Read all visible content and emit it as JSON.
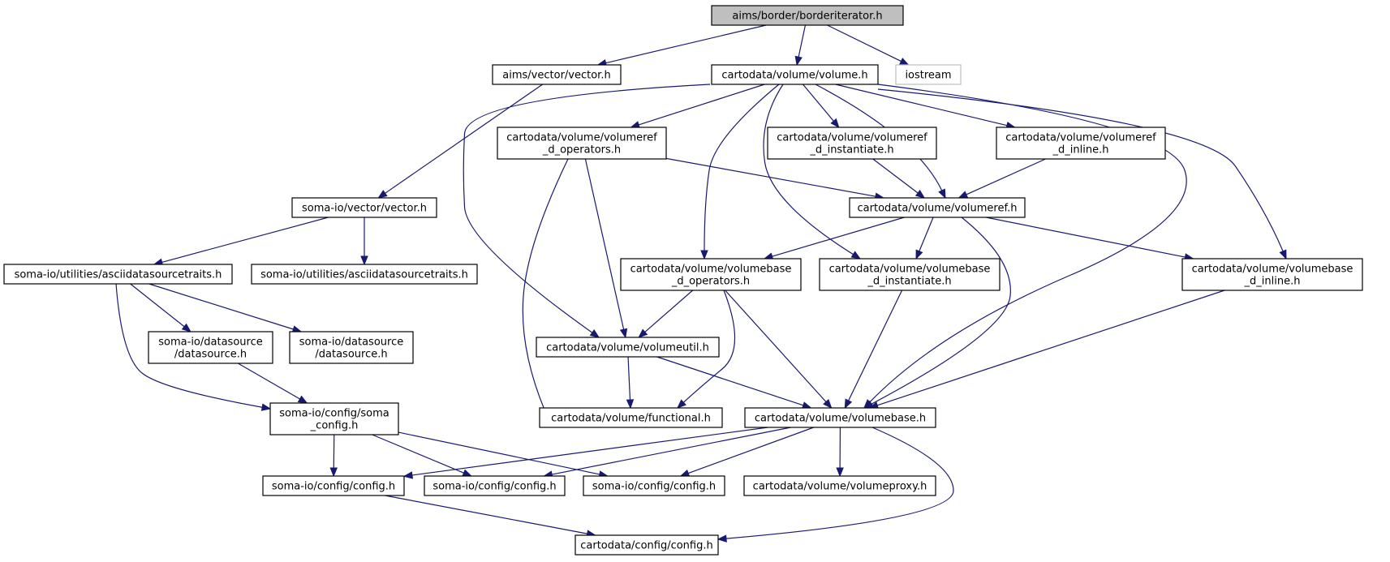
{
  "nodes": [
    {
      "id": "border_iterator",
      "lines": [
        "aims/border/borderiterator.h"
      ],
      "root": true
    },
    {
      "id": "aims_vector",
      "lines": [
        "aims/vector/vector.h"
      ]
    },
    {
      "id": "volume",
      "lines": [
        "cartodata/volume/volume.h"
      ]
    },
    {
      "id": "iostream",
      "lines": [
        "iostream"
      ],
      "external": true
    },
    {
      "id": "volumeref_ops",
      "lines": [
        "cartodata/volume/volumeref",
        "_d_operators.h"
      ]
    },
    {
      "id": "volumeref_inst",
      "lines": [
        "cartodata/volume/volumeref",
        "_d_instantiate.h"
      ]
    },
    {
      "id": "volumeref_inline",
      "lines": [
        "cartodata/volume/volumeref",
        "_d_inline.h"
      ]
    },
    {
      "id": "soma_vector",
      "lines": [
        "soma-io/vector/vector.h"
      ]
    },
    {
      "id": "volumeref",
      "lines": [
        "cartodata/volume/volumeref.h"
      ]
    },
    {
      "id": "ascii_a",
      "lines": [
        "soma-io/utilities/asciidatasourcetraits.h"
      ]
    },
    {
      "id": "ascii_b",
      "lines": [
        "soma-io/utilities/asciidatasourcetraits.h"
      ]
    },
    {
      "id": "volumebase_ops",
      "lines": [
        "cartodata/volume/volumebase",
        "_d_operators.h"
      ]
    },
    {
      "id": "volumebase_inst",
      "lines": [
        "cartodata/volume/volumebase",
        "_d_instantiate.h"
      ]
    },
    {
      "id": "volumebase_inline",
      "lines": [
        "cartodata/volume/volumebase",
        "_d_inline.h"
      ]
    },
    {
      "id": "ds_a",
      "lines": [
        "soma-io/datasource",
        "/datasource.h"
      ]
    },
    {
      "id": "ds_b",
      "lines": [
        "soma-io/datasource",
        "/datasource.h"
      ]
    },
    {
      "id": "volumeutil",
      "lines": [
        "cartodata/volume/volumeutil.h"
      ]
    },
    {
      "id": "soma_config",
      "lines": [
        "soma-io/config/soma",
        "_config.h"
      ]
    },
    {
      "id": "functional",
      "lines": [
        "cartodata/volume/functional.h"
      ]
    },
    {
      "id": "volumebase",
      "lines": [
        "cartodata/volume/volumebase.h"
      ]
    },
    {
      "id": "cfg_a",
      "lines": [
        "soma-io/config/config.h"
      ]
    },
    {
      "id": "cfg_b",
      "lines": [
        "soma-io/config/config.h"
      ]
    },
    {
      "id": "cfg_c",
      "lines": [
        "soma-io/config/config.h"
      ]
    },
    {
      "id": "volumeproxy",
      "lines": [
        "cartodata/volume/volumeproxy.h"
      ]
    },
    {
      "id": "carto_config",
      "lines": [
        "cartodata/config/config.h"
      ]
    }
  ],
  "edges": [
    [
      "border_iterator",
      "aims_vector"
    ],
    [
      "border_iterator",
      "volume"
    ],
    [
      "border_iterator",
      "iostream"
    ],
    [
      "aims_vector",
      "soma_vector"
    ],
    [
      "volume",
      "volumeref_ops"
    ],
    [
      "volume",
      "volumeref_inst"
    ],
    [
      "volume",
      "volumeref_inline"
    ],
    [
      "volume",
      "volumeref"
    ],
    [
      "volume",
      "volumebase_ops"
    ],
    [
      "volume",
      "volumebase_inst"
    ],
    [
      "volume",
      "volumebase_inline"
    ],
    [
      "volume",
      "volumeutil"
    ],
    [
      "volume",
      "volumebase"
    ],
    [
      "volumeref_ops",
      "volumeref"
    ],
    [
      "volumeref_ops",
      "volumeutil"
    ],
    [
      "volumeref_ops",
      "functional"
    ],
    [
      "volumeref_inst",
      "volumeref"
    ],
    [
      "volumeref_inline",
      "volumeref"
    ],
    [
      "volumeref",
      "volumebase_ops"
    ],
    [
      "volumeref",
      "volumebase_inst"
    ],
    [
      "volumeref",
      "volumebase_inline"
    ],
    [
      "volumeref",
      "volumebase"
    ],
    [
      "soma_vector",
      "ascii_a"
    ],
    [
      "soma_vector",
      "ascii_b"
    ],
    [
      "ascii_a",
      "ds_a"
    ],
    [
      "ascii_a",
      "ds_b"
    ],
    [
      "ascii_a",
      "soma_config"
    ],
    [
      "ds_a",
      "soma_config"
    ],
    [
      "volumebase_ops",
      "volumeutil"
    ],
    [
      "volumebase_ops",
      "functional"
    ],
    [
      "volumebase_ops",
      "volumebase"
    ],
    [
      "volumebase_inst",
      "volumebase"
    ],
    [
      "volumebase_inline",
      "volumebase"
    ],
    [
      "volumeutil",
      "functional"
    ],
    [
      "volumeutil",
      "volumebase"
    ],
    [
      "soma_config",
      "cfg_a"
    ],
    [
      "soma_config",
      "cfg_b"
    ],
    [
      "soma_config",
      "cfg_c"
    ],
    [
      "volumebase",
      "cfg_a"
    ],
    [
      "volumebase",
      "cfg_b"
    ],
    [
      "volumebase",
      "cfg_c"
    ],
    [
      "volumebase",
      "volumeproxy"
    ],
    [
      "volumebase",
      "carto_config"
    ],
    [
      "cfg_a",
      "carto_config"
    ]
  ]
}
